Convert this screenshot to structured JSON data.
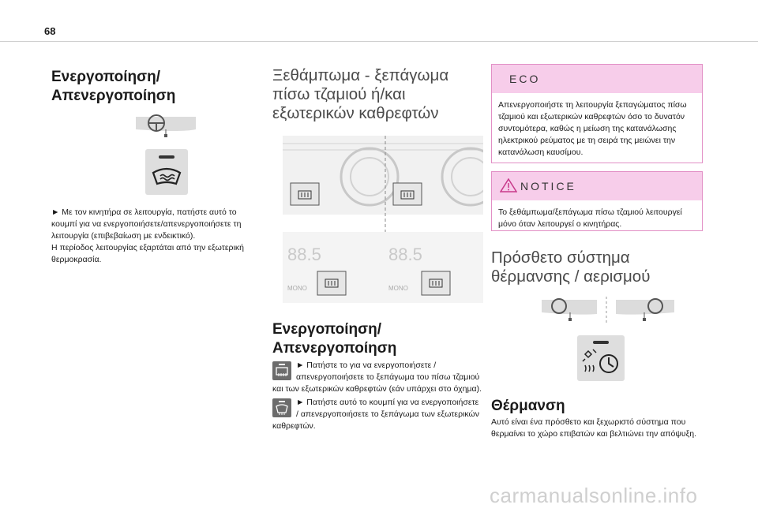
{
  "page": {
    "number": "68"
  },
  "col1": {
    "heading_line1": "Ενεργοποίηση/",
    "heading_line2": "Απενεργοποίηση",
    "para1": "► Με τον κινητήρα σε λειτουργία, πατήστε αυτό το κουμπί για να ενεργοποιήσετε/απενεργοποιήσετε τη λειτουργία (επιβεβαίωση με ενδεικτικό).",
    "para2": "Η περίοδος λειτουργίας εξαρτάται από την εξωτερική θερμοκρασία."
  },
  "col2": {
    "title": "Ξεθάμπωμα - ξεπάγωμα πίσω τζαμιού ή/και εξωτερικών καθρεφτών",
    "panel_display": "88.5",
    "panel_mono": "MONO",
    "heading_line1": "Ενεργοποίηση/",
    "heading_line2": "Απενεργοποίηση",
    "item1": "► Πατήστε το για να ενεργοποιήσετε / απενεργοποιήσετε το ξεπάγωμα του πίσω τζαμιού και των εξωτερικών καθρεφτών (εάν υπάρχει στο όχημα).",
    "item2": "► Πατήστε αυτό το κουμπί για να ενεργοποιήσετε / απενεργοποιήσετε το ξεπάγωμα των εξωτερικών καθρεφτών."
  },
  "col3": {
    "eco_title": "ECO",
    "eco_text": "Απενεργοποιήστε τη λειτουργία ξεπαγώματος πίσω τζαμιού και εξωτερικών καθρεφτών όσο το δυνατόν συντομότερα, καθώς η μείωση της κατανάλωσης ηλεκτρικού ρεύματος με τη σειρά της μειώνει την κατανάλωση καυσίμου.",
    "notice_title": "NOTICE",
    "notice_text": "Το ξεθάμπωμα/ξεπάγωμα πίσω τζαμιού λειτουργεί μόνο όταν λειτουργεί ο κινητήρας.",
    "title": "Πρόσθετο σύστημα θέρμανσης / αερισμού",
    "heading": "Θέρμανση",
    "para": "Αυτό είναι ένα πρόσθετο και ξεχωριστό σύστημα που θερμαίνει το χώρο επιβατών και βελτιώνει την απόψυξη."
  },
  "watermark": "carmanualsonline.info",
  "colors": {
    "box_border": "#e28fc5",
    "box_header": "#f7cdea",
    "icon_grey": "#6c6c6c"
  }
}
